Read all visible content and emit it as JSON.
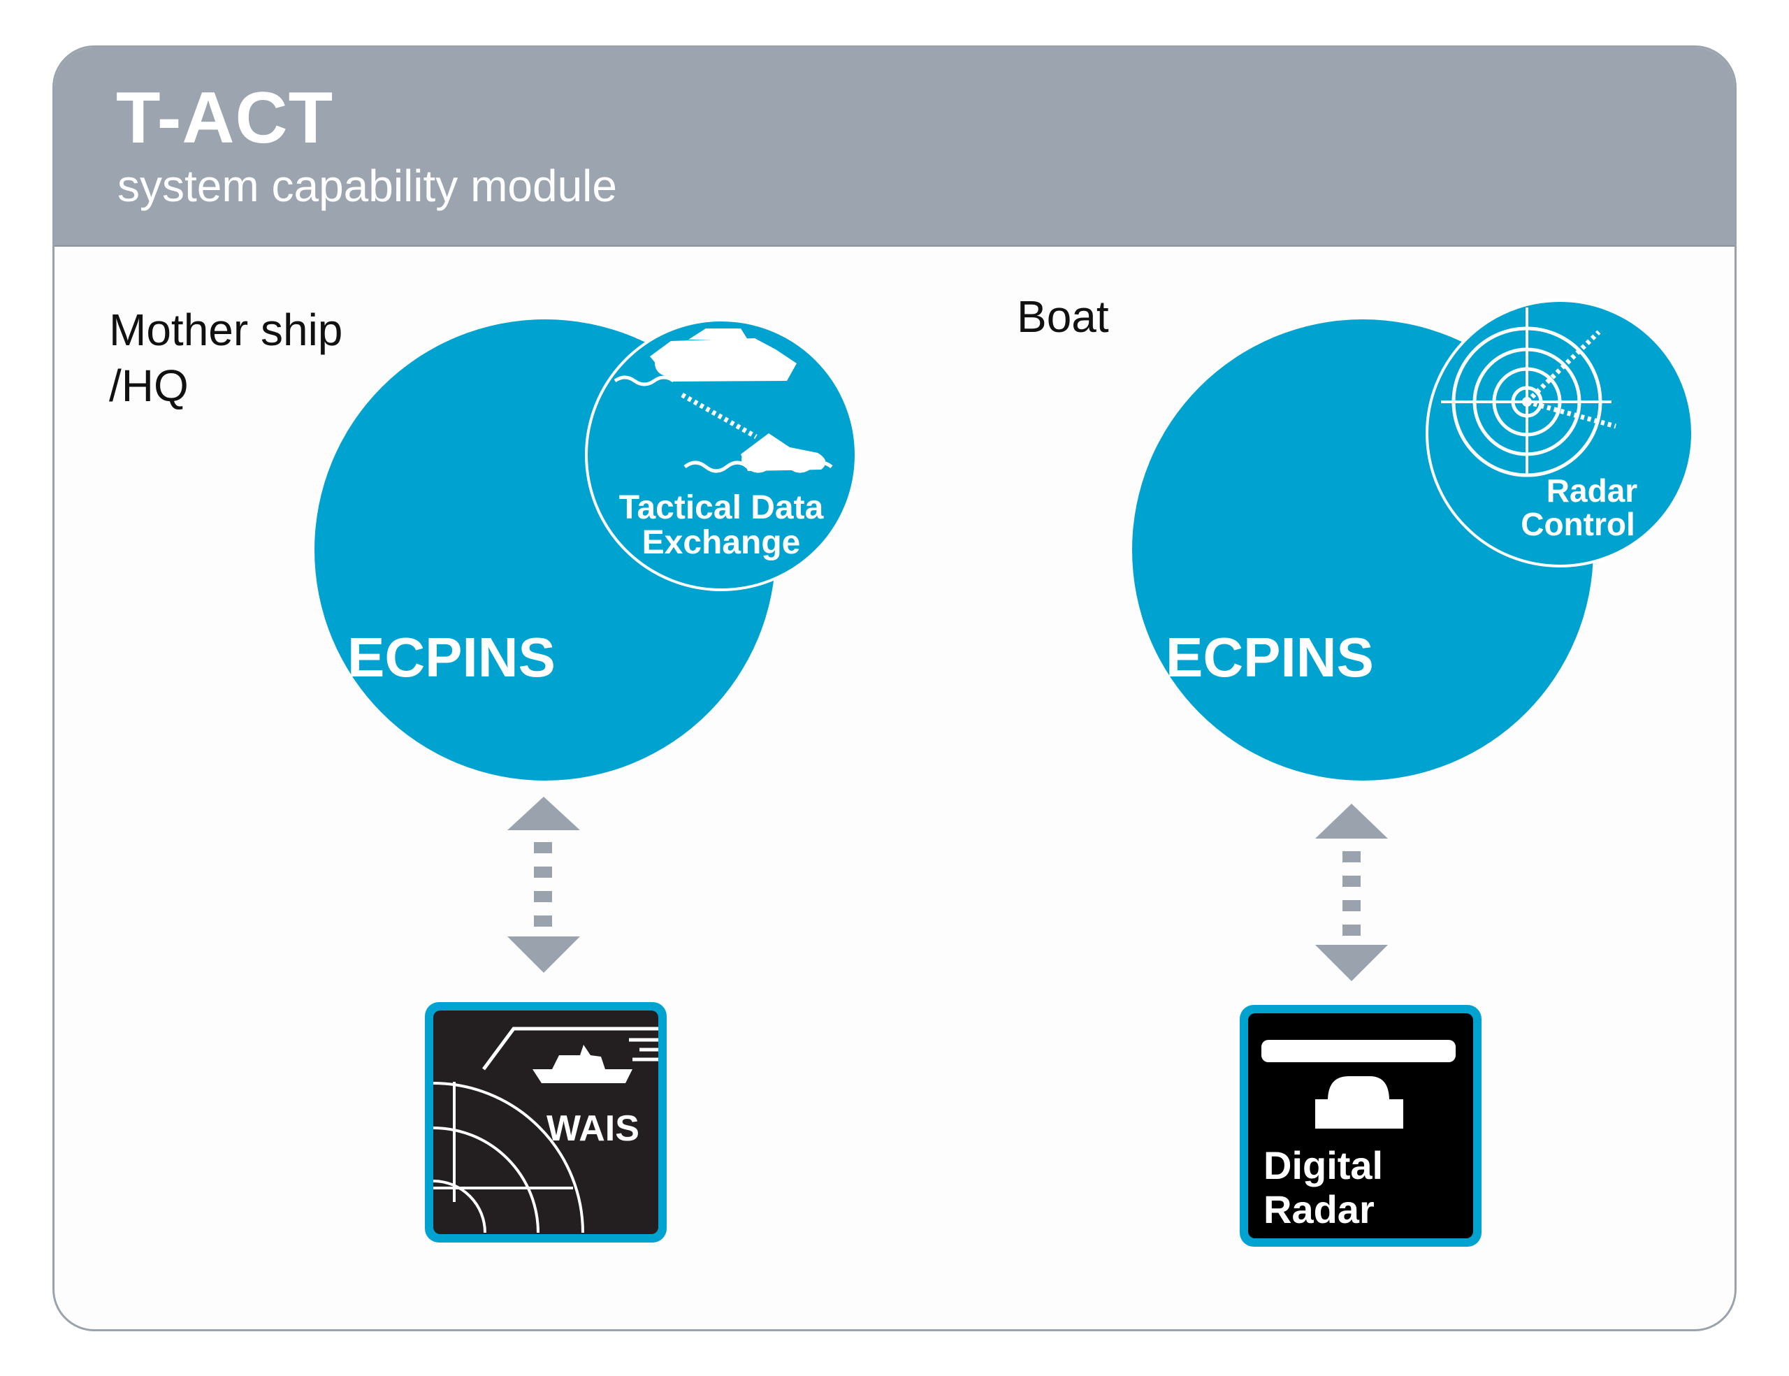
{
  "header": {
    "title": "T-ACT",
    "subtitle": "system capability module"
  },
  "colors": {
    "header_bg": "#9ba4af",
    "circle_blue": "#00a3cf",
    "arrow_gray": "#9aa3ad",
    "module_bg_left": "#231f20",
    "module_bg_right": "#000000"
  },
  "left": {
    "label_line1": "Mother ship",
    "label_line2": "/HQ",
    "main_circle_label": "ECPINS",
    "sub_circle_line1": "Tactical Data",
    "sub_circle_line2": "Exchange",
    "sub_circle_icon": "boat-data-exchange-icon",
    "module_label": "WAIS",
    "module_icon": "ship-radar-icon"
  },
  "right": {
    "label": "Boat",
    "main_circle_label": "ECPINS",
    "sub_circle_line1": "Radar",
    "sub_circle_line2": "Control",
    "sub_circle_icon": "radar-target-icon",
    "module_line1": "Digital",
    "module_line2": "Radar",
    "module_icon": "radar-antenna-icon"
  }
}
